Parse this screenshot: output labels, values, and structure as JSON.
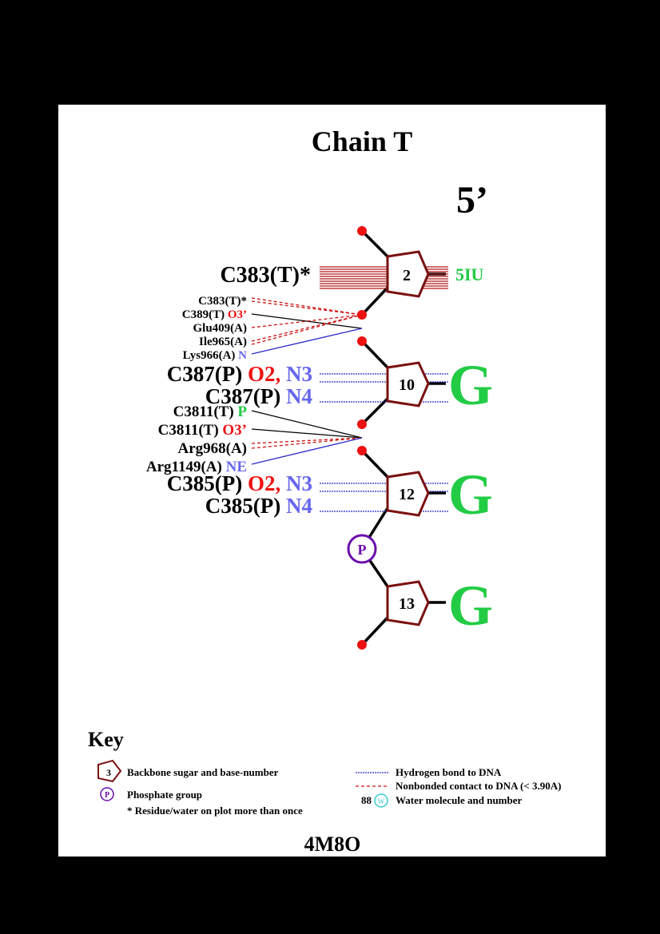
{
  "title": "Chain T",
  "end_label": "5’",
  "pdb_code": "4M8O",
  "colors": {
    "sugar": "#7a1010",
    "phosphate": "#6a0dad",
    "oxygen_dot": "#ee1111",
    "base": "#22cc44",
    "hbond": "#2b2bcc",
    "nonbonded": "#cc1111",
    "nitrogen_text": "#6666ee",
    "oxygen_text": "#ee1111"
  },
  "nucleotides": [
    {
      "number": "2",
      "base": "5IU"
    },
    {
      "number": "10",
      "base": "G"
    },
    {
      "number": "12",
      "base": "G"
    },
    {
      "number": "13",
      "base": "G"
    }
  ],
  "phosphate_label": "P",
  "stacking": {
    "residue": "C383(T)*"
  },
  "contacts_group1": [
    {
      "residue": "C383(T)*",
      "atom": "",
      "type": "nonbonded"
    },
    {
      "residue": "C389(T)",
      "atom": "O3’",
      "type": "covalent"
    },
    {
      "residue": "Glu409(A)",
      "atom": "",
      "type": "nonbonded"
    },
    {
      "residue": "Ile965(A)",
      "atom": "",
      "type": "nonbonded"
    },
    {
      "residue": "Lys966(A)",
      "atom": "N",
      "type": "hbond"
    }
  ],
  "base_contacts_10": [
    {
      "residue": "C387(P)",
      "atom1": "O2,",
      "atom2": "N3"
    },
    {
      "residue": "C387(P)",
      "atom1": "",
      "atom2": "N4"
    }
  ],
  "contacts_group2": [
    {
      "residue": "C3811(T)",
      "atom": "P",
      "type": "covalent"
    },
    {
      "residue": "C3811(T)",
      "atom": "O3’",
      "type": "covalent"
    },
    {
      "residue": "Arg968(A)",
      "atom": "",
      "type": "nonbonded"
    },
    {
      "residue": "Arg1149(A)",
      "atom": "NE",
      "type": "hbond"
    }
  ],
  "base_contacts_12": [
    {
      "residue": "C385(P)",
      "atom1": "O2,",
      "atom2": "N3"
    },
    {
      "residue": "C385(P)",
      "atom1": "",
      "atom2": "N4"
    }
  ],
  "key": {
    "title": "Key",
    "sugar_sample": "3",
    "sugar_label": "Backbone sugar and base-number",
    "phosphate_sample": "P",
    "phosphate_label": "Phosphate group",
    "star_note": "* Residue/water on plot more than once",
    "hbond_label": "Hydrogen bond to DNA",
    "nonbonded_label": "Nonbonded contact to DNA (< 3.90A)",
    "water_number": "88",
    "water_sample": "W",
    "water_label": "Water molecule and number"
  }
}
